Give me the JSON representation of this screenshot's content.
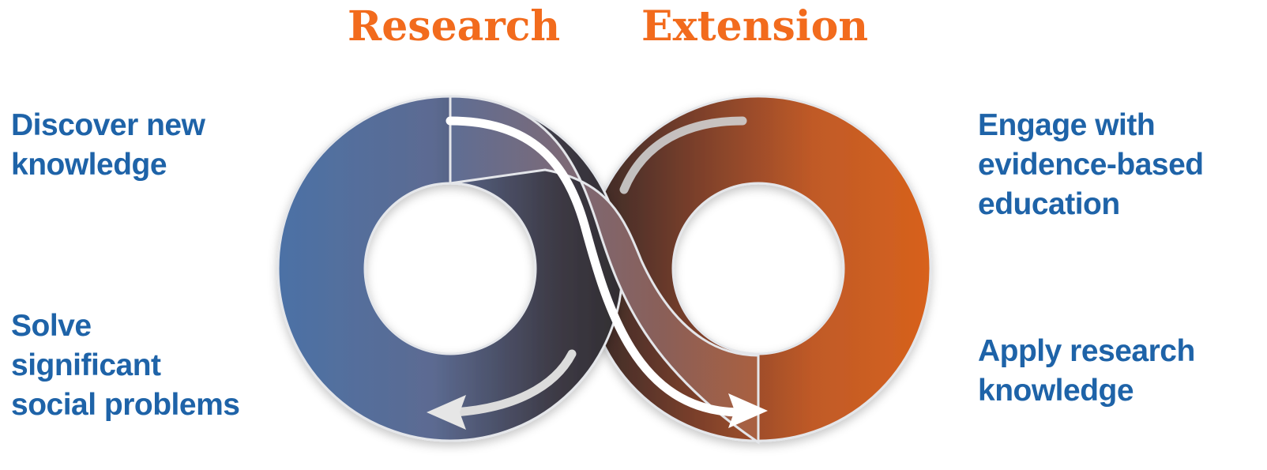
{
  "headings": {
    "research": "Research",
    "extension": "Extension"
  },
  "left_text": {
    "discover": "Discover new\nknowledge",
    "solve": "Solve\nsignificant\nsocial problems"
  },
  "right_text": {
    "engage": "Engage with\nevidence-based\neducation",
    "apply": "Apply research\nknowledge"
  },
  "colors": {
    "heading": "#f26b1d",
    "body_text": "#1e63a8",
    "loop_blue": "#4a72a8",
    "loop_orange": "#d4601f",
    "loop_dark": "#3a2a28"
  }
}
